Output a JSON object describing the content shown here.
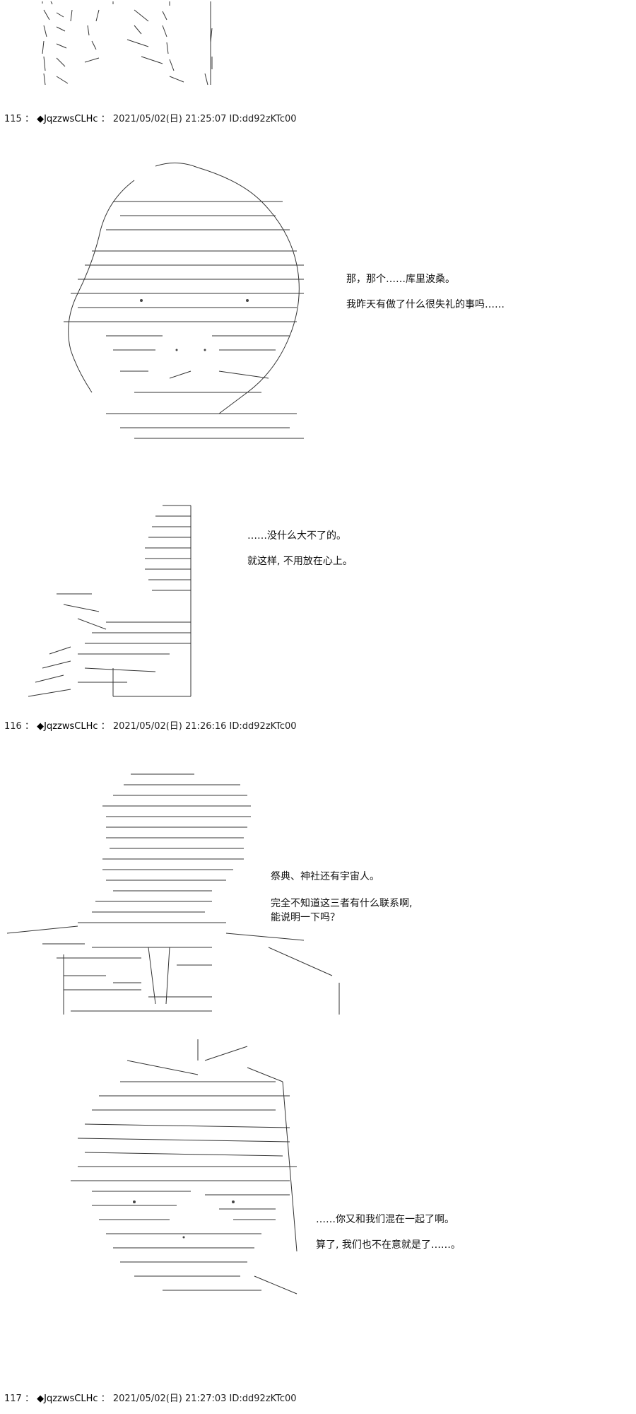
{
  "posts": [
    {
      "number": "115",
      "author": "◆JqzzwsCLHc",
      "date": "2021/05/02(日) 21:25:07",
      "id": "ID:dd92zKTc00"
    },
    {
      "number": "116",
      "author": "◆JqzzwsCLHc",
      "date": "2021/05/02(日) 21:26:16",
      "id": "ID:dd92zKTc00"
    },
    {
      "number": "117",
      "author": "◆JqzzwsCLHc",
      "date": "2021/05/02(日) 21:27:03",
      "id": "ID:dd92zKTc00"
    }
  ],
  "dialogs": {
    "d1": [
      "那，那个……库里波桑。",
      "我昨天有做了什么很失礼的事吗……"
    ],
    "d2": [
      "……没什么大不了的。",
      "就这样, 不用放在心上。"
    ],
    "d3": [
      "祭典、神社还有宇宙人。",
      "完全不知道这三者有什么联系啊,",
      "能说明一下吗？"
    ],
    "d4": [
      "……你又和我们混在一起了啊。",
      "算了, 我们也不在意就是了……。"
    ]
  },
  "separator": "："
}
